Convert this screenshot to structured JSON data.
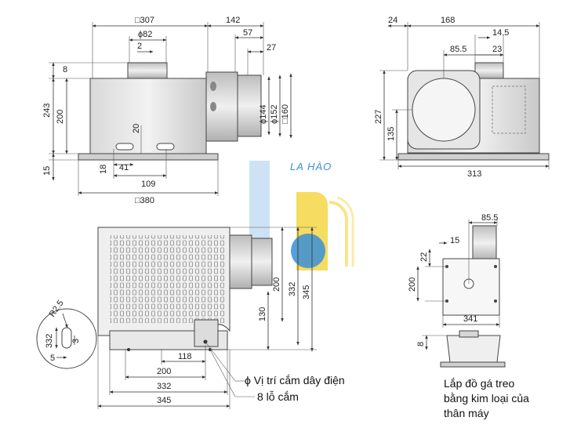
{
  "logo": {
    "text": "LA HÀO",
    "colors": {
      "blue": "#3a8fd8",
      "yellow": "#f4d33a",
      "light_blue": "#bcd9f1"
    }
  },
  "front_view": {
    "dims": {
      "sq307": "□307",
      "phi82": "ϕ82",
      "d2": "2",
      "d142": "142",
      "d57": "57",
      "d27": "27",
      "d8": "8",
      "d243": "243",
      "d200": "200",
      "d20": "20",
      "d15": "15",
      "d18": "18",
      "d41": "41",
      "d109": "109",
      "sq380": "□380",
      "phi144": "ϕ144",
      "phi152": "ϕ152",
      "sq160": "□160"
    }
  },
  "side_view": {
    "dims": {
      "d24": "24",
      "d168": "168",
      "d14_5": "14.5",
      "d85_5": "85.5",
      "d23": "23",
      "d227": "227",
      "d135": "135",
      "d313": "313"
    }
  },
  "bottom_view": {
    "dims": {
      "d130": "130",
      "d200": "200",
      "d332": "332",
      "d345": "345",
      "d118": "118",
      "h200": "200",
      "h332": "332",
      "h345": "345"
    },
    "legend": {
      "wire": "ϕ Vị trí cắm dây điện",
      "holes": "8 lỗ cắm"
    }
  },
  "hole_detail": {
    "dims": {
      "r2_5": "R2.5",
      "d332": "332",
      "d3": "3",
      "d5": "5"
    }
  },
  "bracket_view": {
    "dims": {
      "d85_5": "85.5",
      "d15": "15",
      "d22": "22",
      "d200": "200",
      "d341": "341",
      "d8": "8"
    },
    "caption": [
      "Lắp đồ gá treo",
      "bằng kim loại của",
      "thân máy"
    ]
  }
}
